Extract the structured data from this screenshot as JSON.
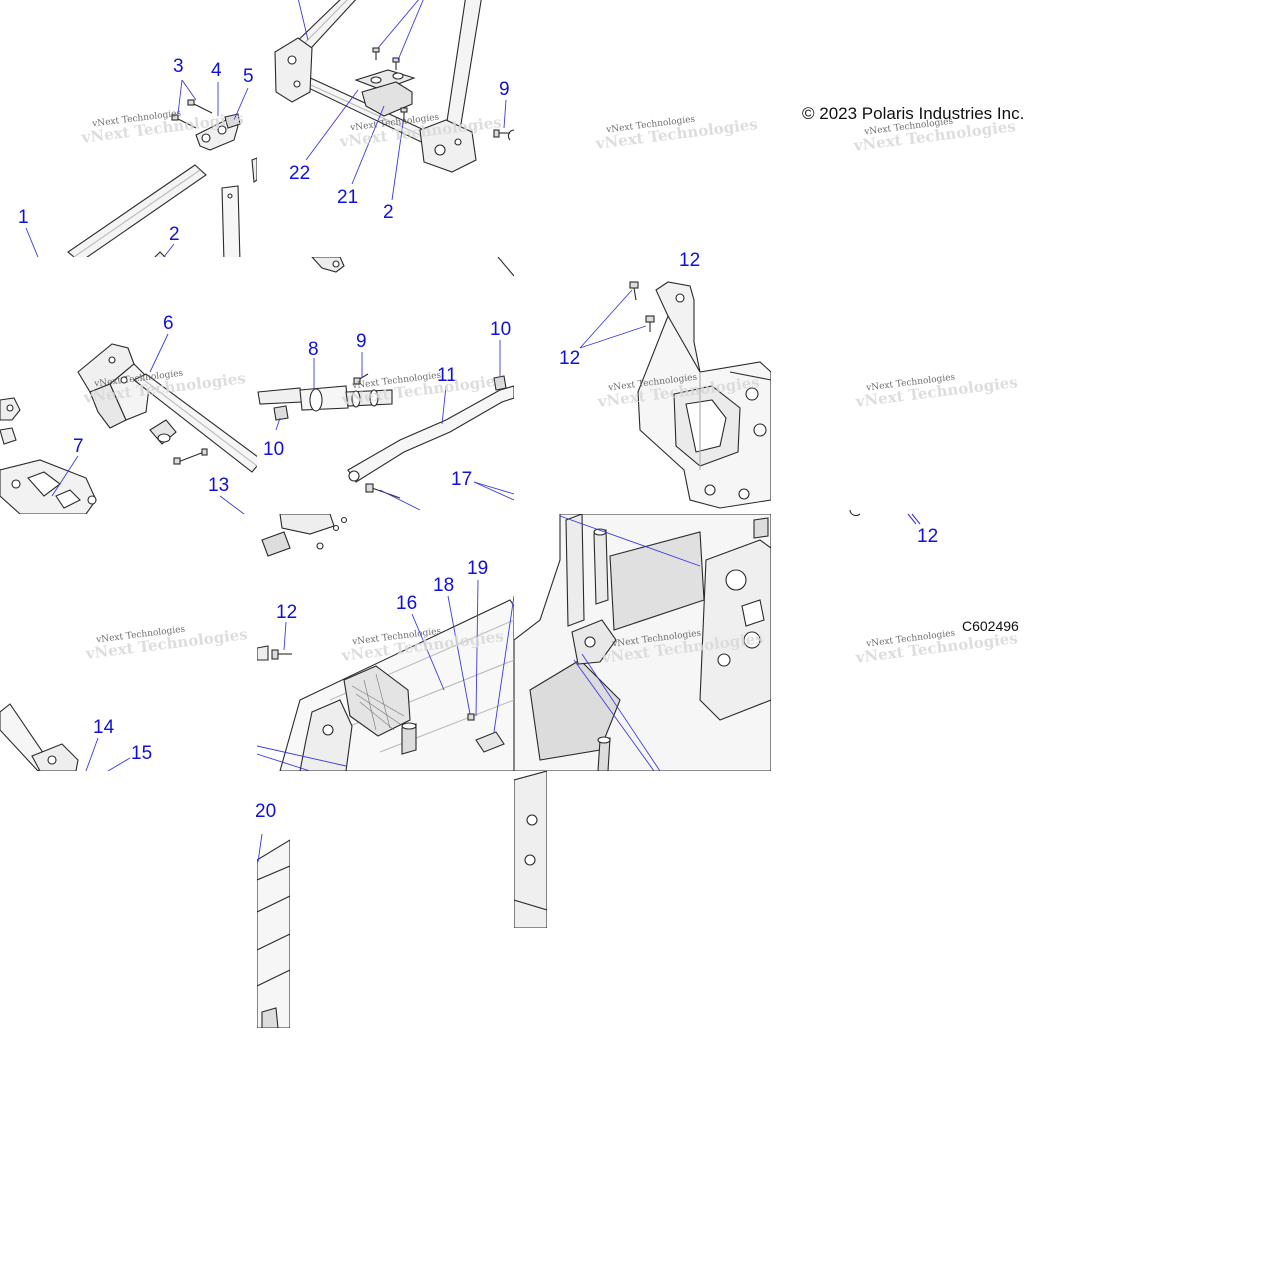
{
  "copyright": "© 2023 Polaris Industries Inc.",
  "figure_id": "C602496",
  "watermark": "vNext Technologies",
  "colors": {
    "callout": "#1010d8",
    "line": "#2a2a2a",
    "leader": "#3a3ae0"
  },
  "callouts": [
    {
      "id": "c-3a",
      "label": "3"
    },
    {
      "id": "c-4",
      "label": "4"
    },
    {
      "id": "c-5",
      "label": "5"
    },
    {
      "id": "c-1",
      "label": "1"
    },
    {
      "id": "c-2a",
      "label": "2"
    },
    {
      "id": "c-22",
      "label": "22"
    },
    {
      "id": "c-21",
      "label": "21"
    },
    {
      "id": "c-2b",
      "label": "2"
    },
    {
      "id": "c-9a",
      "label": "9"
    },
    {
      "id": "c-6",
      "label": "6"
    },
    {
      "id": "c-7",
      "label": "7"
    },
    {
      "id": "c-13",
      "label": "13"
    },
    {
      "id": "c-8",
      "label": "8"
    },
    {
      "id": "c-9b",
      "label": "9"
    },
    {
      "id": "c-10a",
      "label": "10"
    },
    {
      "id": "c-10b",
      "label": "10"
    },
    {
      "id": "c-11",
      "label": "11"
    },
    {
      "id": "c-17",
      "label": "17"
    },
    {
      "id": "c-12a",
      "label": "12"
    },
    {
      "id": "c-12b",
      "label": "12"
    },
    {
      "id": "c-12c",
      "label": "12"
    },
    {
      "id": "c-12d",
      "label": "12"
    },
    {
      "id": "c-16",
      "label": "16"
    },
    {
      "id": "c-18",
      "label": "18"
    },
    {
      "id": "c-19",
      "label": "19"
    },
    {
      "id": "c-14",
      "label": "14"
    },
    {
      "id": "c-15",
      "label": "15"
    },
    {
      "id": "c-20",
      "label": "20"
    }
  ]
}
